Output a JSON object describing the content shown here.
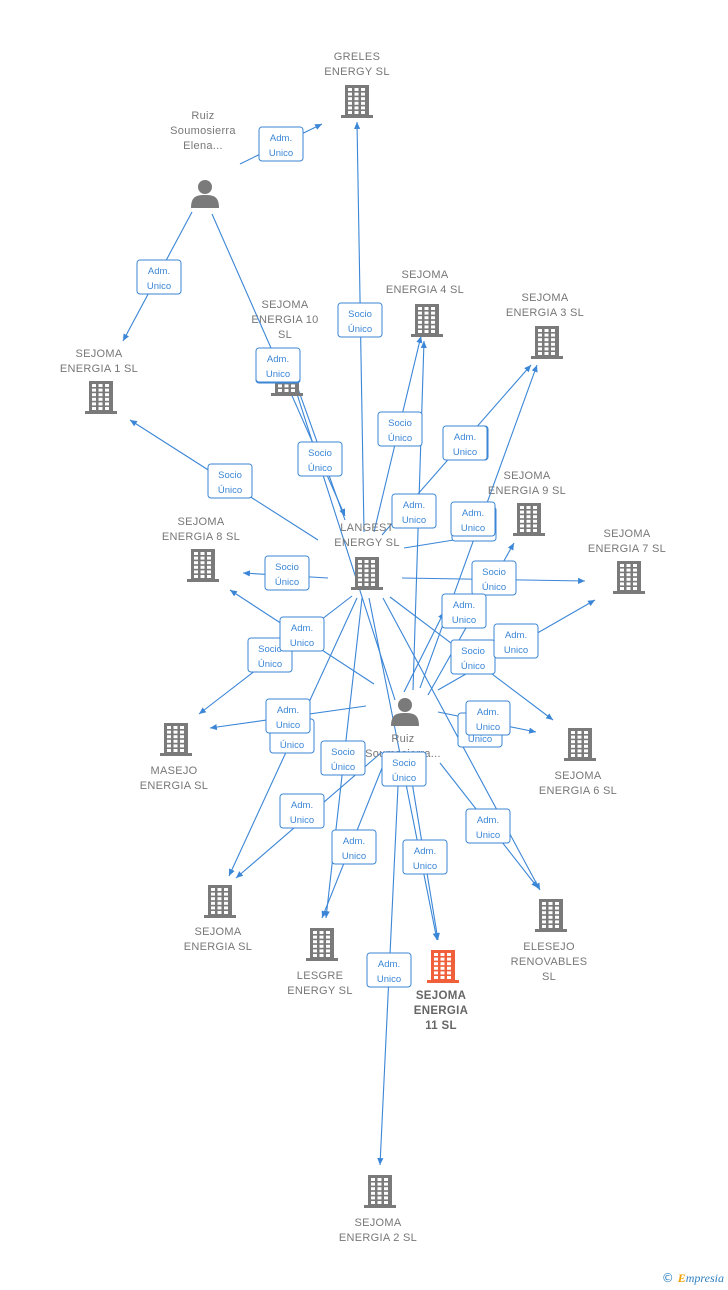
{
  "nodes": [
    {
      "id": "greles",
      "type": "company",
      "lines": [
        "GRELES",
        "ENERGY  SL"
      ]
    },
    {
      "id": "ruiz_elena",
      "type": "person",
      "lines": [
        "Ruiz",
        "Soumosierra",
        "Elena..."
      ]
    },
    {
      "id": "sejoma4",
      "type": "company",
      "lines": [
        "SEJOMA",
        "ENERGIA 4  SL"
      ]
    },
    {
      "id": "sejoma3",
      "type": "company",
      "lines": [
        "SEJOMA",
        "ENERGIA 3  SL"
      ]
    },
    {
      "id": "sejoma10",
      "type": "company",
      "lines": [
        "SEJOMA",
        "ENERGIA 10",
        "SL"
      ]
    },
    {
      "id": "sejoma1",
      "type": "company",
      "lines": [
        "SEJOMA",
        "ENERGIA 1  SL"
      ]
    },
    {
      "id": "sejoma9",
      "type": "company",
      "lines": [
        "SEJOMA",
        "ENERGIA 9  SL"
      ]
    },
    {
      "id": "sejoma8",
      "type": "company",
      "lines": [
        "SEJOMA",
        "ENERGIA 8  SL"
      ]
    },
    {
      "id": "langest",
      "type": "company",
      "lines": [
        "LANGEST",
        "ENERGY  SL"
      ]
    },
    {
      "id": "sejoma7",
      "type": "company",
      "lines": [
        "SEJOMA",
        "ENERGIA 7  SL"
      ]
    },
    {
      "id": "masejo",
      "type": "company",
      "lines": [
        "MASEJO",
        "ENERGIA  SL"
      ]
    },
    {
      "id": "ruiz_center",
      "type": "person",
      "lines": [
        "Ruiz",
        "Soumosierra..."
      ]
    },
    {
      "id": "sejoma6",
      "type": "company",
      "lines": [
        "SEJOMA",
        "ENERGIA 6  SL"
      ]
    },
    {
      "id": "sejoma_sl",
      "type": "company",
      "lines": [
        "SEJOMA",
        "ENERGIA  SL"
      ]
    },
    {
      "id": "lesgre",
      "type": "company",
      "lines": [
        "LESGRE",
        "ENERGY  SL"
      ]
    },
    {
      "id": "sejoma11",
      "type": "company",
      "highlight": true,
      "lines": [
        "SEJOMA",
        "ENERGIA",
        "11  SL"
      ]
    },
    {
      "id": "elesejo",
      "type": "company",
      "lines": [
        "ELESEJO",
        "RENOVABLES",
        "SL"
      ]
    },
    {
      "id": "sejoma2",
      "type": "company",
      "lines": [
        "SEJOMA",
        "ENERGIA 2  SL"
      ]
    }
  ],
  "edge_labels": {
    "adm": [
      "Adm.",
      "Unico"
    ],
    "socio": [
      "Socio",
      "Único"
    ]
  },
  "edges": [
    {
      "from": "ruiz_elena",
      "to": "greles",
      "label": "adm"
    },
    {
      "from": "ruiz_elena",
      "to": "sejoma1",
      "label": "adm"
    },
    {
      "from": "ruiz_elena",
      "to": "langest",
      "label": "adm"
    },
    {
      "from": "langest",
      "to": "greles",
      "label": "socio"
    },
    {
      "from": "langest",
      "to": "sejoma10",
      "label": "socio"
    },
    {
      "from": "langest",
      "to": "sejoma4",
      "label": "socio"
    },
    {
      "from": "langest",
      "to": "sejoma3",
      "label": "socio"
    },
    {
      "from": "langest",
      "to": "sejoma1",
      "label": "socio"
    },
    {
      "from": "langest",
      "to": "sejoma9",
      "label": "socio"
    },
    {
      "from": "langest",
      "to": "sejoma8",
      "label": "socio"
    },
    {
      "from": "langest",
      "to": "sejoma7",
      "label": "socio"
    },
    {
      "from": "langest",
      "to": "sejoma6",
      "label": "socio"
    },
    {
      "from": "langest",
      "to": "masejo",
      "label": "socio"
    },
    {
      "from": "langest",
      "to": "sejoma_sl",
      "label": "socio"
    },
    {
      "from": "langest",
      "to": "lesgre",
      "label": "socio"
    },
    {
      "from": "langest",
      "to": "sejoma11",
      "label": "socio"
    },
    {
      "from": "langest",
      "to": "elesejo",
      "label": "socio"
    },
    {
      "from": "ruiz_center",
      "to": "sejoma10",
      "label": "adm"
    },
    {
      "from": "ruiz_center",
      "to": "sejoma4",
      "label": "adm"
    },
    {
      "from": "ruiz_center",
      "to": "sejoma3",
      "label": "adm"
    },
    {
      "from": "ruiz_center",
      "to": "sejoma9",
      "label": "adm"
    },
    {
      "from": "ruiz_center",
      "to": "sejoma8",
      "label": "adm"
    },
    {
      "from": "ruiz_center",
      "to": "sejoma7",
      "label": "adm"
    },
    {
      "from": "ruiz_center",
      "to": "masejo",
      "label": "adm"
    },
    {
      "from": "ruiz_center",
      "to": "sejoma6",
      "label": "adm"
    },
    {
      "from": "ruiz_center",
      "to": "sejoma_sl",
      "label": "adm"
    },
    {
      "from": "ruiz_center",
      "to": "lesgre",
      "label": "adm"
    },
    {
      "from": "ruiz_center",
      "to": "sejoma11",
      "label": "adm"
    },
    {
      "from": "ruiz_center",
      "to": "elesejo",
      "label": "adm"
    },
    {
      "from": "ruiz_center",
      "to": "sejoma2",
      "label": "adm"
    },
    {
      "from": "ruiz_center",
      "to": "langest",
      "label": "adm"
    }
  ],
  "colors": {
    "edge": "#3b86d6",
    "company_icon": "#7a7a7a",
    "person_icon": "#7a7a7a",
    "highlight_icon": "#f0603a",
    "label_text": "#777777"
  },
  "footer": {
    "copyright_symbol": "©",
    "brand_initial": "E",
    "brand_rest": "mpresia"
  }
}
